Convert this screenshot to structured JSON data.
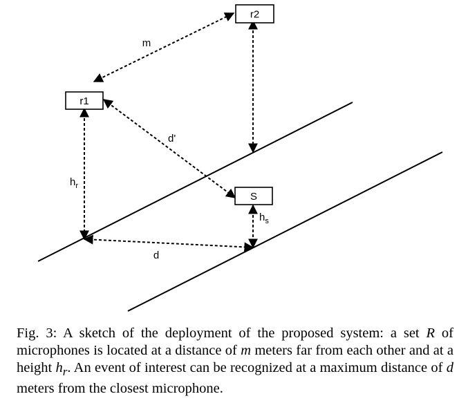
{
  "diagram": {
    "nodes": {
      "r1": "r1",
      "r2": "r2",
      "s": "S"
    },
    "edge_labels": {
      "m": "m",
      "d_prime": "d'",
      "d": "d",
      "h_r_base": "h",
      "h_r_sub": "r",
      "h_s_base": "h",
      "h_s_sub": "s"
    }
  },
  "caption": {
    "part1": "Fig. 3: A sketch of the deployment of the proposed system: a set ",
    "var_R": "R",
    "part2": " of microphones is located at a distance of ",
    "var_m": "m",
    "part3": " meters far from each other and at a height ",
    "var_h": "h",
    "var_h_sub": "r",
    "part4": ". An event of interest can be recognized at a maximum distance of ",
    "var_d": "d",
    "part5": " meters from the closest microphone."
  }
}
